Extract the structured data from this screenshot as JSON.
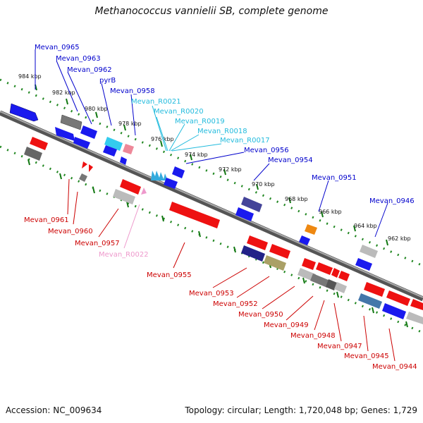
{
  "title": "Methanococcus vannielii SB, complete genome",
  "accession": "Accession: NC_009634",
  "summary": "Topology: circular; Length: 1,720,048 bp; Genes: 1,729",
  "colors": {
    "top_label": "#0000cc",
    "rna_label": "#22bbdd",
    "bottom_label": "#cc0000",
    "pseudo_label": "#ee99cc",
    "dots": "#228822",
    "backbone": "#888888"
  },
  "kbp_labels": [
    "984 kbp",
    "982 kbp",
    "980 kbp",
    "978 kbp",
    "976 kbp",
    "974 kbp",
    "972 kbp",
    "970 kbp",
    "968 kbp",
    "966 kbp",
    "964 kbp",
    "962 kbp"
  ],
  "top_labels": [
    {
      "text": "Mevan_0965",
      "type": "gene"
    },
    {
      "text": "Mevan_0963",
      "type": "gene"
    },
    {
      "text": "Mevan_0962",
      "type": "gene"
    },
    {
      "text": "pyrB",
      "type": "gene"
    },
    {
      "text": "Mevan_0958",
      "type": "gene"
    },
    {
      "text": "Mevan_R0021",
      "type": "rna"
    },
    {
      "text": "Mevan_R0020",
      "type": "rna"
    },
    {
      "text": "Mevan_R0019",
      "type": "rna"
    },
    {
      "text": "Mevan_R0018",
      "type": "rna"
    },
    {
      "text": "Mevan_R0017",
      "type": "rna"
    },
    {
      "text": "Mevan_0956",
      "type": "gene"
    },
    {
      "text": "Mevan_0954",
      "type": "gene"
    },
    {
      "text": "Mevan_0951",
      "type": "gene"
    },
    {
      "text": "Mevan_0946",
      "type": "gene"
    }
  ],
  "bottom_labels": [
    {
      "text": "Mevan_0961",
      "type": "gene"
    },
    {
      "text": "Mevan_0960",
      "type": "gene"
    },
    {
      "text": "Mevan_0957",
      "type": "gene"
    },
    {
      "text": "Mevan_R0022",
      "type": "pseudo"
    },
    {
      "text": "Mevan_0955",
      "type": "gene"
    },
    {
      "text": "Mevan_0953",
      "type": "gene"
    },
    {
      "text": "Mevan_0952",
      "type": "gene"
    },
    {
      "text": "Mevan_0950",
      "type": "gene"
    },
    {
      "text": "Mevan_0949",
      "type": "gene"
    },
    {
      "text": "Mevan_0948",
      "type": "gene"
    },
    {
      "text": "Mevan_0947",
      "type": "gene"
    },
    {
      "text": "Mevan_0945",
      "type": "gene"
    },
    {
      "text": "Mevan_0944",
      "type": "gene"
    }
  ]
}
